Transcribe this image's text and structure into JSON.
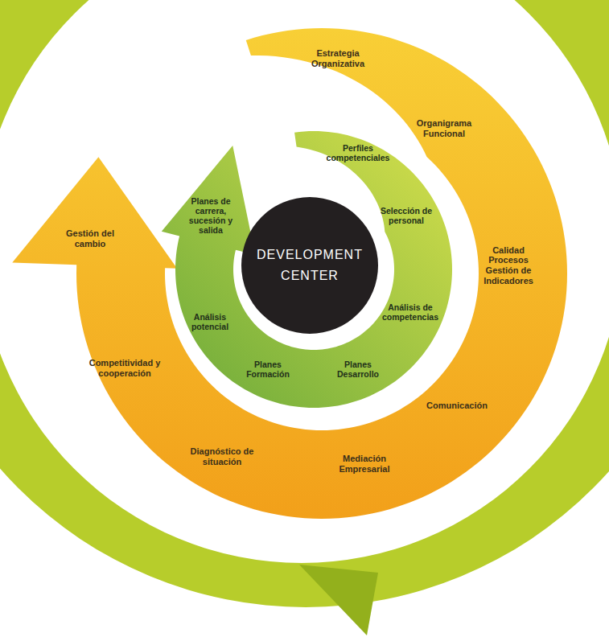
{
  "diagram": {
    "nodes": [
      {
        "text": [
          "Estrategia Organizativa",
          "Organigrama Funcional",
          "Calidad Procesos Gestión de Indicadores",
          "Comunicación",
          "Mediación Empresarial",
          "Diagnóstico de situación",
          "Competitividad y cooperación",
          "Gestión del cambio"
        ]
      },
      {
        "text": [
          "Perfiles competenciales",
          "Selección de personal",
          "Análisis de competencias",
          "Planes Desarrollo",
          "Planes Formación",
          "Análisis potencial",
          "Planes de carrera, sucesión y salida"
        ]
      },
      {
        "text": [
          "DEVELOPMENT CENTER"
        ]
      }
    ]
  }
}
